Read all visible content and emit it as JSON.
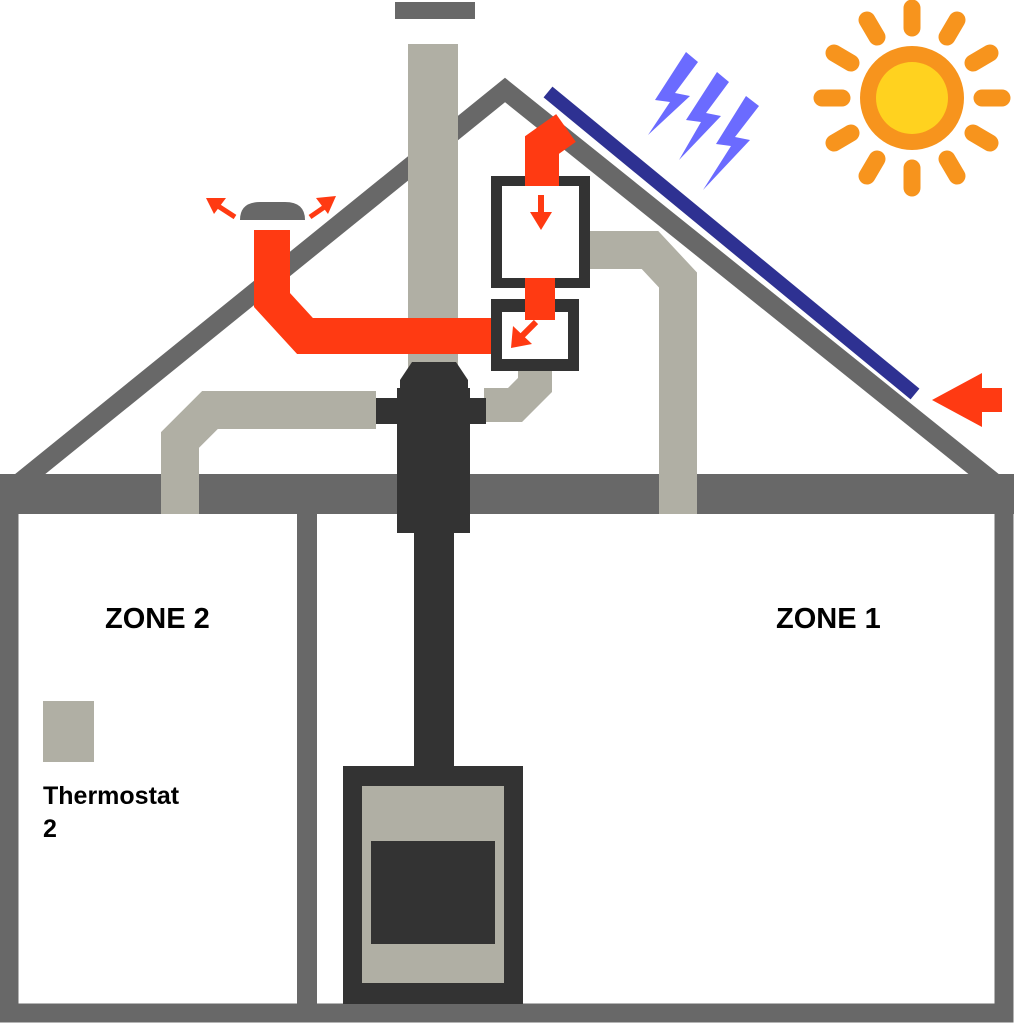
{
  "zones": {
    "zone1": {
      "label": "ZONE 1"
    },
    "zone2": {
      "label": "ZONE 2"
    }
  },
  "thermostat": {
    "line1": "Thermostat",
    "line2": "2"
  },
  "colors": {
    "wall": "#686868",
    "duct": "#b0afa4",
    "dark": "#333333",
    "hot_air": "#ff3a12",
    "solar_panel": "#2e3192",
    "lightning": "#6b6bff",
    "sun_ray": "#f7941d",
    "sun_core": "#ffd21f"
  },
  "icons": {
    "sun": "sun-icon",
    "lightning": "lightning-icon",
    "arrow": "arrow-icon"
  }
}
